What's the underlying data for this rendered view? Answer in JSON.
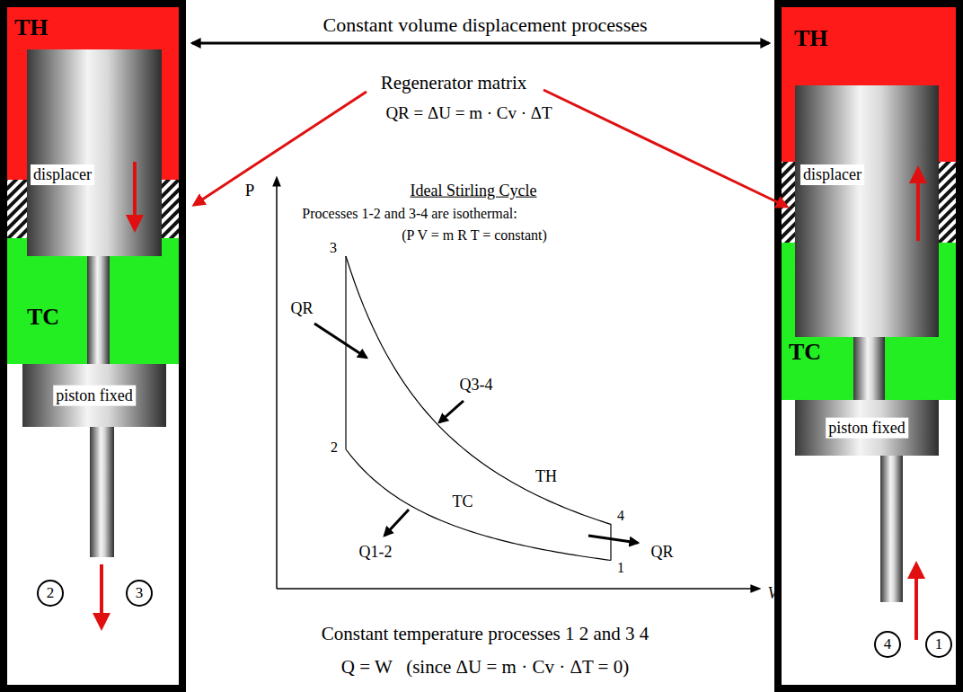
{
  "diagram": {
    "nodes": [
      {
        "text": [
          "TH"
        ]
      },
      {
        "text": [
          "displacer"
        ]
      },
      {
        "text": [
          "TC"
        ]
      },
      {
        "text": [
          "piston fixed"
        ]
      },
      {
        "text": [
          "2"
        ]
      },
      {
        "text": [
          "3"
        ]
      },
      {
        "text": [
          "TH"
        ]
      },
      {
        "text": [
          "displacer"
        ]
      },
      {
        "text": [
          "TC"
        ]
      },
      {
        "text": [
          "piston fixed"
        ]
      },
      {
        "text": [
          "4"
        ]
      },
      {
        "text": [
          "1"
        ]
      }
    ],
    "labels": [
      "Constant volume displacement processes",
      "Regenerator matrix",
      "QR = ΔU = m · Cv · ΔT",
      "P",
      "Ideal Stirling Cycle",
      "Processes 1-2 and 3-4 are isothermal:",
      "(P V = m R T = constant)",
      "3",
      "QR",
      "Q3-4",
      "TH",
      "2",
      "TC",
      "Q1-2",
      "4",
      "QR",
      "1",
      "V",
      "Constant temperature processes 1 2 and 3 4",
      "Q = W   (since ΔU = m · Cv · ΔT = 0)"
    ]
  }
}
